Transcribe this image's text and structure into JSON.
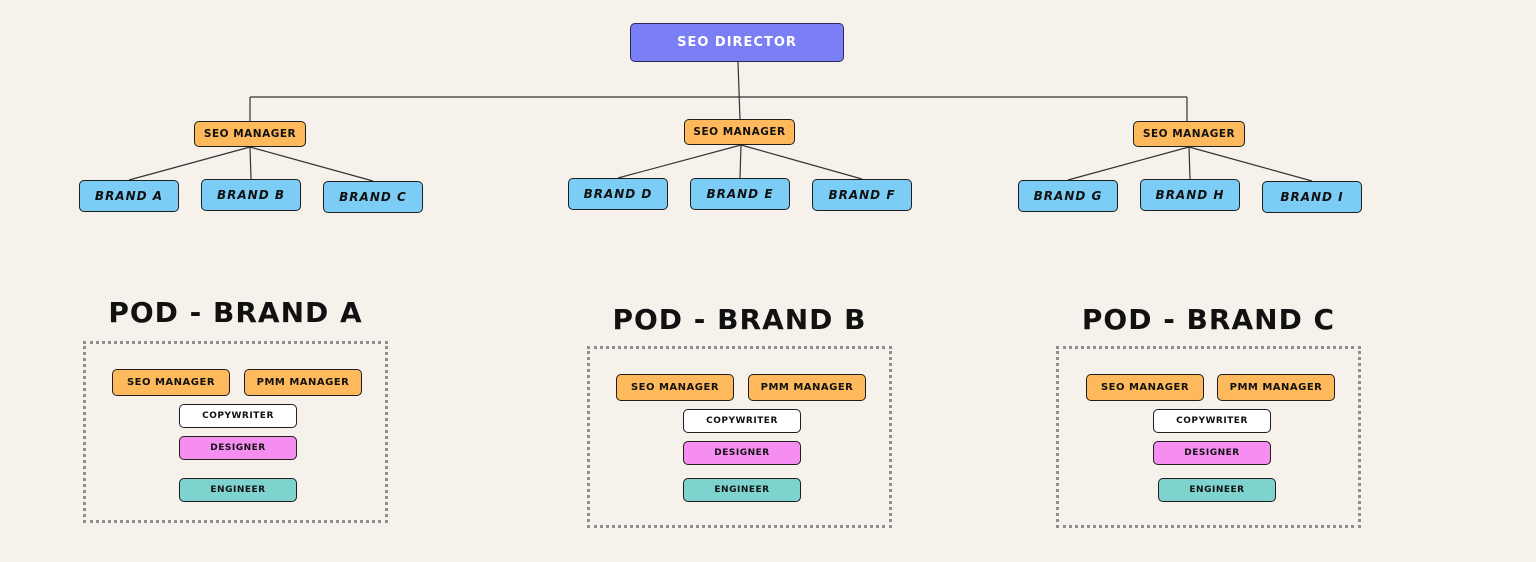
{
  "director": "SEO DIRECTOR",
  "managers": [
    "SEO MANAGER",
    "SEO MANAGER",
    "SEO MANAGER"
  ],
  "brands": [
    "BRAND A",
    "BRAND B",
    "BRAND C",
    "BRAND D",
    "BRAND E",
    "BRAND F",
    "BRAND G",
    "BRAND H",
    "BRAND I"
  ],
  "pods": [
    {
      "title": "POD - BRAND A",
      "seo": "SEO MANAGER",
      "pmm": "PMM MANAGER",
      "copy": "COPYWRITER",
      "designer": "DESIGNER",
      "engineer": "ENGINEER"
    },
    {
      "title": "POD - BRAND B",
      "seo": "SEO MANAGER",
      "pmm": "PMM MANAGER",
      "copy": "COPYWRITER",
      "designer": "DESIGNER",
      "engineer": "ENGINEER"
    },
    {
      "title": "POD - BRAND C",
      "seo": "SEO MANAGER",
      "pmm": "PMM MANAGER",
      "copy": "COPYWRITER",
      "designer": "DESIGNER",
      "engineer": "ENGINEER"
    }
  ],
  "colors": {
    "background": "#f6f1ea",
    "director": "#7b7ff5",
    "manager": "#fdb95c",
    "brand": "#7bcdf6",
    "copywriter": "#ffffff",
    "designer": "#f68ef2",
    "engineer": "#7fd3cf"
  }
}
